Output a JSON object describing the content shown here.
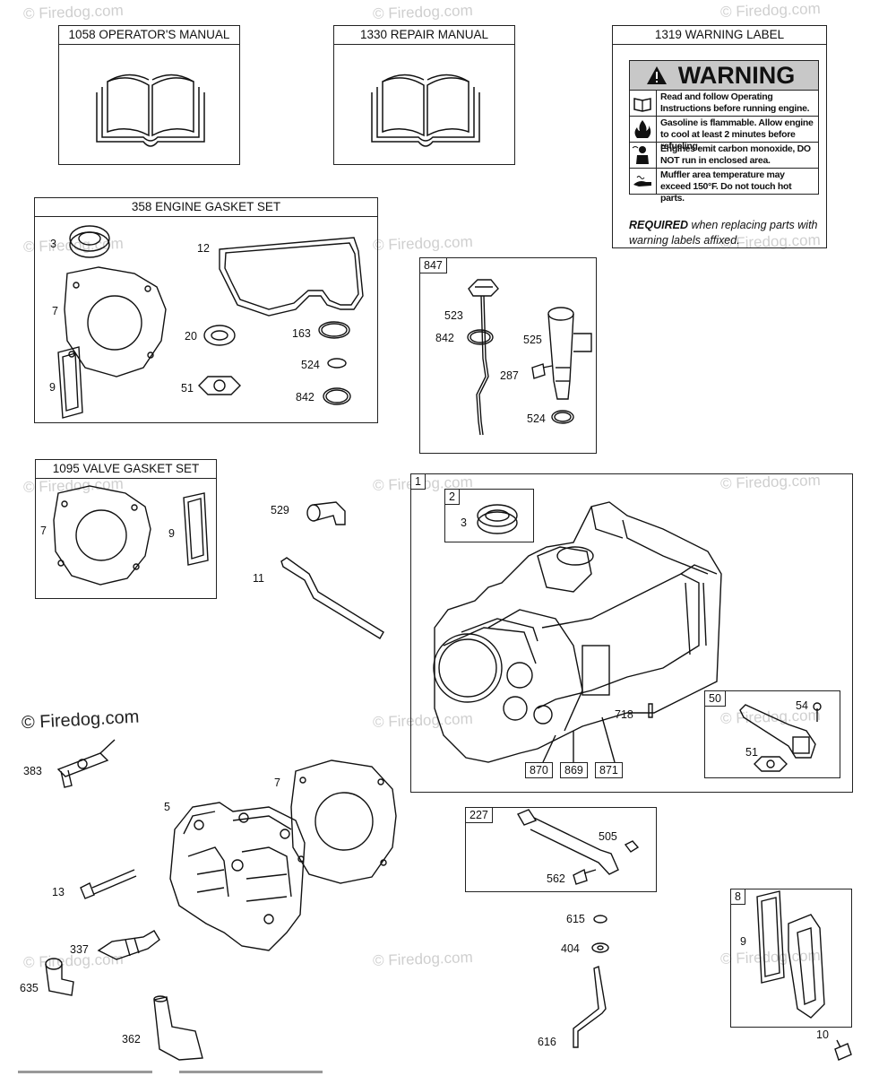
{
  "watermarks": [
    "© Firedog.com"
  ],
  "copyright": "© Firedog.com",
  "boxes": {
    "operators_manual": "1058 OPERATOR'S MANUAL",
    "repair_manual": "1330 REPAIR MANUAL",
    "warning_label": "1319 WARNING LABEL",
    "engine_gasket_set": "358 ENGINE GASKET SET",
    "valve_gasket_set": "1095 VALVE GASKET SET"
  },
  "warning": {
    "title": "WARNING",
    "rows": [
      "Read and follow Operating Instructions before running engine.",
      "Gasoline is flammable. Allow engine to cool at least 2 minutes before refueling.",
      "Engines emit carbon monoxide, DO NOT run in enclosed area.",
      "Muffler area temperature may exceed 150°F. Do not touch hot parts."
    ],
    "required_bold": "REQUIRED",
    "required_rest": " when replacing parts with warning labels affixed."
  },
  "tags": {
    "t847": "847",
    "t1": "1",
    "t2": "2",
    "t50": "50",
    "t227": "227",
    "t8": "8",
    "t870": "870",
    "t869": "869",
    "t871": "871"
  },
  "labels": {
    "g3": "3",
    "g12": "12",
    "g7": "7",
    "g20": "20",
    "g163": "163",
    "g9": "9",
    "g524": "524",
    "g51": "51",
    "g842": "842",
    "d523": "523",
    "d842": "842",
    "d525": "525",
    "d287": "287",
    "d524": "524",
    "v7": "7",
    "v9": "9",
    "p529": "529",
    "p11": "11",
    "c3": "3",
    "c718": "718",
    "b54": "54",
    "b51": "51",
    "p383": "383",
    "p5": "5",
    "p7": "7",
    "p13": "13",
    "p337": "337",
    "p635": "635",
    "p362": "362",
    "k505": "505",
    "k562": "562",
    "p615": "615",
    "p404": "404",
    "p616": "616",
    "b9": "9",
    "p10": "10"
  }
}
